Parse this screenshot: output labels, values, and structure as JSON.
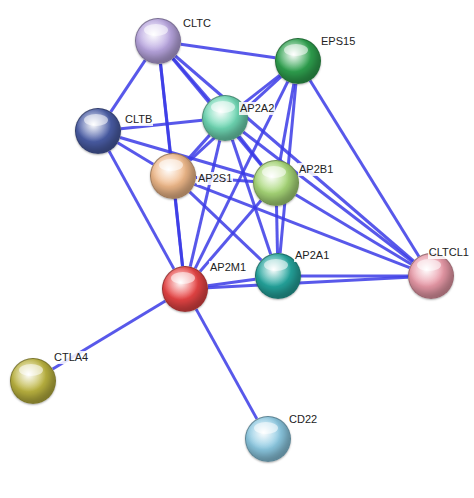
{
  "diagram": {
    "nodes": [
      {
        "text": [
          "CLTC"
        ]
      },
      {
        "text": [
          "EPS15"
        ]
      },
      {
        "text": [
          "AP2A2"
        ]
      },
      {
        "text": [
          "CLTB"
        ]
      },
      {
        "text": [
          "AP2B1"
        ]
      },
      {
        "text": [
          "AP2S1"
        ]
      },
      {
        "text": [
          "CLTCL1"
        ]
      },
      {
        "text": [
          "AP2A1"
        ]
      },
      {
        "text": [
          "AP2M1"
        ]
      },
      {
        "text": [
          "CTLA4"
        ]
      },
      {
        "text": [
          "CD22"
        ]
      }
    ],
    "edges": [
      {
        "from": 0,
        "to": 3,
        "arrow": "none"
      },
      {
        "from": 0,
        "to": 2,
        "arrow": "none"
      },
      {
        "from": 0,
        "to": 1,
        "arrow": "none"
      },
      {
        "from": 0,
        "to": 5,
        "arrow": "none"
      },
      {
        "from": 0,
        "to": 4,
        "arrow": "none"
      },
      {
        "from": 0,
        "to": 8,
        "arrow": "none"
      },
      {
        "from": 0,
        "to": 6,
        "arrow": "none"
      },
      {
        "from": 3,
        "to": 2,
        "arrow": "none"
      },
      {
        "from": 3,
        "to": 5,
        "arrow": "none"
      },
      {
        "from": 3,
        "to": 8,
        "arrow": "none"
      },
      {
        "from": 3,
        "to": 4,
        "arrow": "none"
      },
      {
        "from": 1,
        "to": 2,
        "arrow": "none"
      },
      {
        "from": 1,
        "to": 4,
        "arrow": "none"
      },
      {
        "from": 1,
        "to": 5,
        "arrow": "none"
      },
      {
        "from": 1,
        "to": 8,
        "arrow": "none"
      },
      {
        "from": 1,
        "to": 7,
        "arrow": "none"
      },
      {
        "from": 1,
        "to": 6,
        "arrow": "none"
      },
      {
        "from": 2,
        "to": 4,
        "arrow": "none"
      },
      {
        "from": 2,
        "to": 5,
        "arrow": "none"
      },
      {
        "from": 2,
        "to": 8,
        "arrow": "none"
      },
      {
        "from": 2,
        "to": 7,
        "arrow": "none"
      },
      {
        "from": 2,
        "to": 6,
        "arrow": "none"
      },
      {
        "from": 4,
        "to": 5,
        "arrow": "none"
      },
      {
        "from": 4,
        "to": 8,
        "arrow": "none"
      },
      {
        "from": 4,
        "to": 7,
        "arrow": "none"
      },
      {
        "from": 4,
        "to": 6,
        "arrow": "none"
      },
      {
        "from": 5,
        "to": 8,
        "arrow": "none"
      },
      {
        "from": 5,
        "to": 7,
        "arrow": "none"
      },
      {
        "from": 5,
        "to": 6,
        "arrow": "none"
      },
      {
        "from": 8,
        "to": 7,
        "arrow": "none"
      },
      {
        "from": 8,
        "to": 6,
        "arrow": "none"
      },
      {
        "from": 7,
        "to": 6,
        "arrow": "none"
      },
      {
        "from": 8,
        "to": 9,
        "arrow": "none"
      },
      {
        "from": 8,
        "to": 10,
        "arrow": "none"
      }
    ]
  }
}
